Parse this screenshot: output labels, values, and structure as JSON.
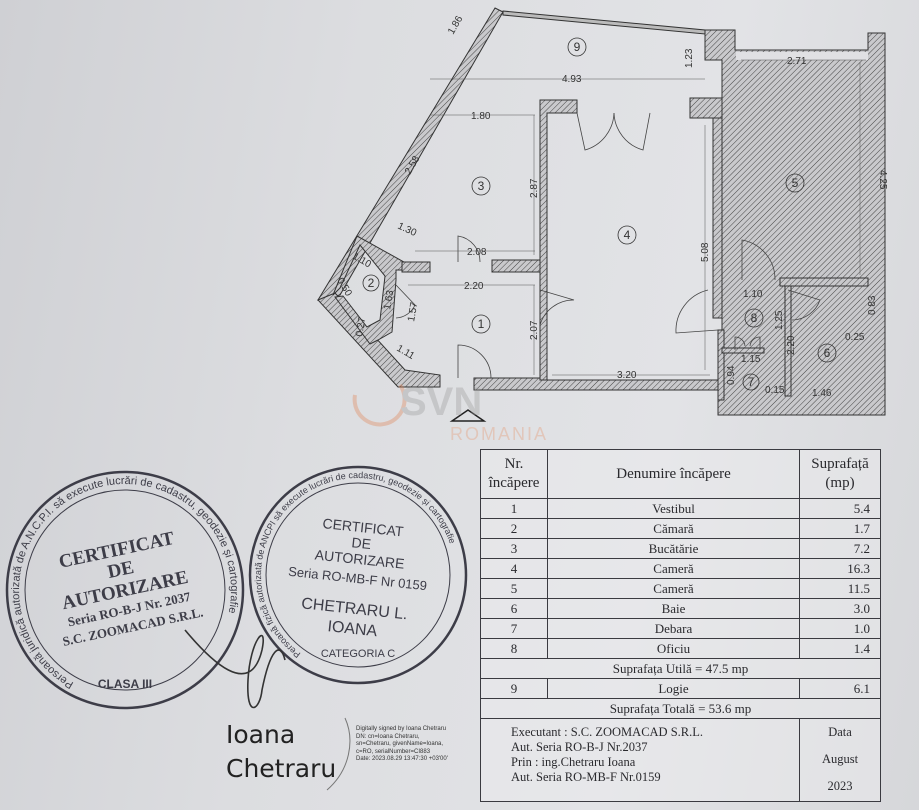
{
  "plan": {
    "rooms": [
      {
        "nr": "1"
      },
      {
        "nr": "2"
      },
      {
        "nr": "3"
      },
      {
        "nr": "4"
      },
      {
        "nr": "5"
      },
      {
        "nr": "6"
      },
      {
        "nr": "7"
      },
      {
        "nr": "8"
      },
      {
        "nr": "9"
      }
    ],
    "dimensions": [
      "1.86",
      "4.93",
      "1.23",
      "2.71",
      "1.80",
      "4.25",
      "2.58",
      "2.87",
      "1.30",
      "2.08",
      "5.08",
      "1.10",
      "2.20",
      "0.50",
      "1.63",
      "1.57",
      "0.27",
      "2.07",
      "1.11",
      "1.10",
      "1.25",
      "0.83",
      "0.25",
      "2.20",
      "1.15",
      "3.20",
      "0.94",
      "0.15",
      "1.46"
    ]
  },
  "watermark": {
    "brand": "SVN",
    "text": "ROMANIA"
  },
  "table": {
    "headers": {
      "nr": "Nr. încăpere",
      "name": "Denumire încăpere",
      "area": "Suprafață (mp)"
    },
    "rows": [
      {
        "nr": "1",
        "name": "Vestibul",
        "area": "5.4"
      },
      {
        "nr": "2",
        "name": "Cămară",
        "area": "1.7"
      },
      {
        "nr": "3",
        "name": "Bucătărie",
        "area": "7.2"
      },
      {
        "nr": "4",
        "name": "Cameră",
        "area": "16.3"
      },
      {
        "nr": "5",
        "name": "Cameră",
        "area": "11.5"
      },
      {
        "nr": "6",
        "name": "Baie",
        "area": "3.0"
      },
      {
        "nr": "7",
        "name": "Debara",
        "area": "1.0"
      },
      {
        "nr": "8",
        "name": "Oficiu",
        "area": "1.4"
      }
    ],
    "useful_total": "Suprafața Utilă = 47.5 mp",
    "logia": {
      "nr": "9",
      "name": "Logie",
      "area": "6.1"
    },
    "grand_total": "Suprafața Totală = 53.6 mp",
    "footer": {
      "lines": [
        "Executant : S.C. ZOOMACAD S.R.L.",
        "Aut. Seria RO-B-J Nr.2037",
        "Prin : ing.Chetraru Ioana",
        "Aut. Seria RO-MB-F Nr.0159"
      ],
      "date_label": "Data",
      "month": "August",
      "year": "2023"
    }
  },
  "stamps": {
    "left": {
      "ring": "Persoană juridică autorizată de A.N.C.P.I. să execute lucrări de cadastru, geodezie și cartografie",
      "lines": [
        "CERTIFICAT",
        "DE",
        "AUTORIZARE",
        "Seria RO-B-J Nr. 2037",
        "S.C. ZOOMACAD S.R.L."
      ],
      "class": "CLASA III"
    },
    "right": {
      "ring": "Persoană fizică autorizată de ANCPI să execute lucrări de cadastru, geodezie și cartografie",
      "lines": [
        "CERTIFICAT",
        "DE",
        "AUTORIZARE",
        "Seria RO-MB-F Nr 0159",
        "CHETRARU L.",
        "IOANA"
      ],
      "category": "CATEGORIA C"
    }
  },
  "signature": {
    "name_line1": "Ioana",
    "name_line2": "Chetraru",
    "details": [
      "Digitally signed by Ioana Chetraru",
      "DN: cn=Ioana Chetraru,",
      "sn=Chetraru, givenName=Ioana,",
      "c=RO, serialNumber=CI883",
      "Date: 2023.08.29 13:47:30 +03'00'"
    ]
  }
}
